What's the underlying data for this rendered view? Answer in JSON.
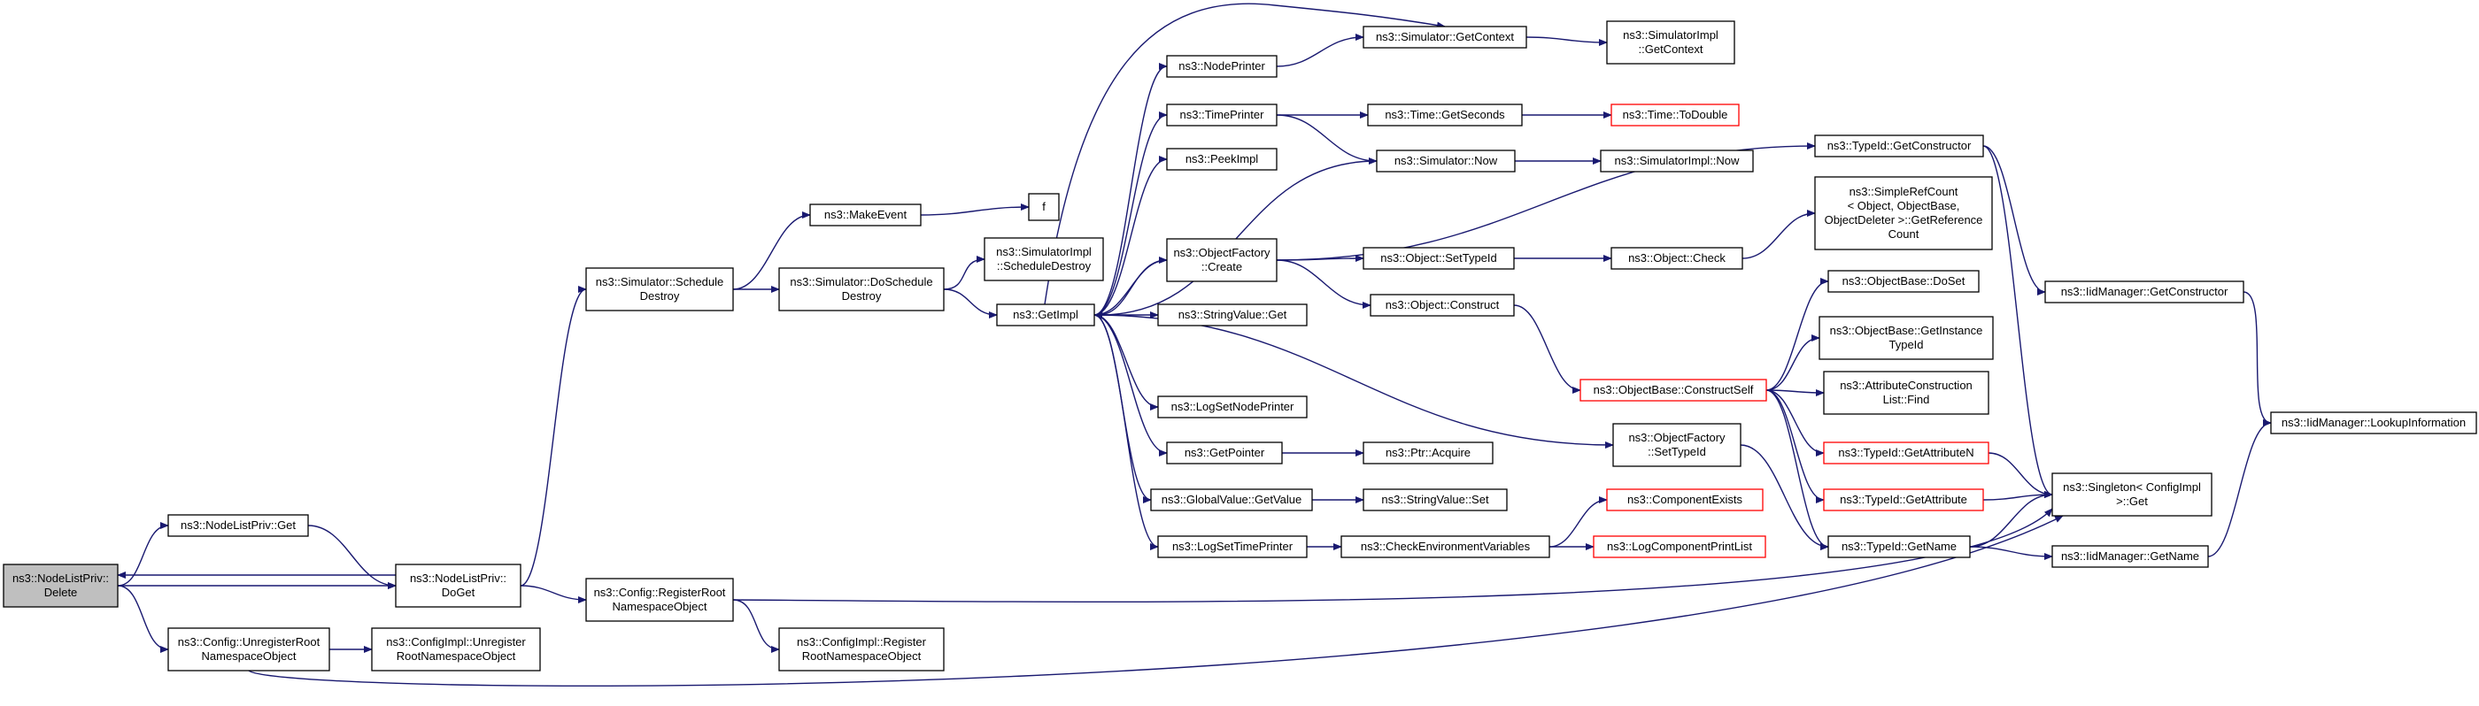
{
  "colors": {
    "edge": "#191970",
    "border_normal": "#000000",
    "border_truncated": "#ff0000",
    "fill_normal": "#ffffff",
    "fill_root": "#bfbfbf"
  },
  "nodes": [
    {
      "id": "root",
      "lines": [
        "ns3::NodeListPriv::",
        "Delete"
      ],
      "style": "root"
    },
    {
      "id": "nlpget",
      "lines": [
        "ns3::NodeListPriv::Get"
      ],
      "style": "normal"
    },
    {
      "id": "unreg",
      "lines": [
        "ns3::Config::UnregisterRoot",
        "NamespaceObject"
      ],
      "style": "normal"
    },
    {
      "id": "doget",
      "lines": [
        "ns3::NodeListPriv::",
        "DoGet"
      ],
      "style": "normal"
    },
    {
      "id": "ciunreg",
      "lines": [
        "ns3::ConfigImpl::Unregister",
        "RootNamespaceObject"
      ],
      "style": "normal"
    },
    {
      "id": "schedd",
      "lines": [
        "ns3::Simulator::Schedule",
        "Destroy"
      ],
      "style": "normal"
    },
    {
      "id": "regroot",
      "lines": [
        "ns3::Config::RegisterRoot",
        "NamespaceObject"
      ],
      "style": "normal"
    },
    {
      "id": "makeevent",
      "lines": [
        "ns3::MakeEvent"
      ],
      "style": "normal"
    },
    {
      "id": "doschedd",
      "lines": [
        "ns3::Simulator::DoSchedule",
        "Destroy"
      ],
      "style": "normal"
    },
    {
      "id": "cireg",
      "lines": [
        "ns3::ConfigImpl::Register",
        "RootNamespaceObject"
      ],
      "style": "normal"
    },
    {
      "id": "f",
      "lines": [
        "f"
      ],
      "style": "normal"
    },
    {
      "id": "simimplsd",
      "lines": [
        "ns3::SimulatorImpl",
        "::ScheduleDestroy"
      ],
      "style": "normal"
    },
    {
      "id": "getimpl",
      "lines": [
        "ns3::GetImpl"
      ],
      "style": "normal"
    },
    {
      "id": "nodeprinter",
      "lines": [
        "ns3::NodePrinter"
      ],
      "style": "normal"
    },
    {
      "id": "timeprinter",
      "lines": [
        "ns3::TimePrinter"
      ],
      "style": "normal"
    },
    {
      "id": "peekimpl",
      "lines": [
        "ns3::PeekImpl"
      ],
      "style": "normal"
    },
    {
      "id": "ofcreate",
      "lines": [
        "ns3::ObjectFactory",
        "::Create"
      ],
      "style": "normal"
    },
    {
      "id": "strvalget",
      "lines": [
        "ns3::StringValue::Get"
      ],
      "style": "normal"
    },
    {
      "id": "logsetnode",
      "lines": [
        "ns3::LogSetNodePrinter"
      ],
      "style": "normal"
    },
    {
      "id": "getpointer",
      "lines": [
        "ns3::GetPointer"
      ],
      "style": "normal"
    },
    {
      "id": "gvgetvalue",
      "lines": [
        "ns3::GlobalValue::GetValue"
      ],
      "style": "normal"
    },
    {
      "id": "logsettime",
      "lines": [
        "ns3::LogSetTimePrinter"
      ],
      "style": "normal"
    },
    {
      "id": "simgetctx",
      "lines": [
        "ns3::Simulator::GetContext"
      ],
      "style": "normal"
    },
    {
      "id": "timegetsec",
      "lines": [
        "ns3::Time::GetSeconds"
      ],
      "style": "normal"
    },
    {
      "id": "simnow",
      "lines": [
        "ns3::Simulator::Now"
      ],
      "style": "normal"
    },
    {
      "id": "objsettid",
      "lines": [
        "ns3::Object::SetTypeId"
      ],
      "style": "normal"
    },
    {
      "id": "objconstruct",
      "lines": [
        "ns3::Object::Construct"
      ],
      "style": "normal"
    },
    {
      "id": "ptracquire",
      "lines": [
        "ns3::Ptr::Acquire"
      ],
      "style": "normal"
    },
    {
      "id": "strvalset",
      "lines": [
        "ns3::StringValue::Set"
      ],
      "style": "normal"
    },
    {
      "id": "checkenv",
      "lines": [
        "ns3::CheckEnvironmentVariables"
      ],
      "style": "normal"
    },
    {
      "id": "simimplgetctx",
      "lines": [
        "ns3::SimulatorImpl",
        "::GetContext"
      ],
      "style": "normal"
    },
    {
      "id": "timetodouble",
      "lines": [
        "ns3::Time::ToDouble"
      ],
      "style": "truncated"
    },
    {
      "id": "simimplnow",
      "lines": [
        "ns3::SimulatorImpl::Now"
      ],
      "style": "normal"
    },
    {
      "id": "objcheck",
      "lines": [
        "ns3::Object::Check"
      ],
      "style": "normal"
    },
    {
      "id": "obconstructself",
      "lines": [
        "ns3::ObjectBase::ConstructSelf"
      ],
      "style": "truncated"
    },
    {
      "id": "ofsettid",
      "lines": [
        "ns3::ObjectFactory",
        "::SetTypeId"
      ],
      "style": "normal"
    },
    {
      "id": "compexists",
      "lines": [
        "ns3::ComponentExists"
      ],
      "style": "truncated"
    },
    {
      "id": "logcompprint",
      "lines": [
        "ns3::LogComponentPrintList"
      ],
      "style": "truncated"
    },
    {
      "id": "tidgetctor",
      "lines": [
        "ns3::TypeId::GetConstructor"
      ],
      "style": "normal"
    },
    {
      "id": "simplerefcount",
      "lines": [
        "ns3::SimpleRefCount",
        "< Object, ObjectBase,",
        "ObjectDeleter >::GetReference",
        "Count"
      ],
      "style": "normal"
    },
    {
      "id": "obdoset",
      "lines": [
        "ns3::ObjectBase::DoSet"
      ],
      "style": "normal"
    },
    {
      "id": "obgetinstance",
      "lines": [
        "ns3::ObjectBase::GetInstance",
        "TypeId"
      ],
      "style": "normal"
    },
    {
      "id": "acfind",
      "lines": [
        "ns3::AttributeConstruction",
        "List::Find"
      ],
      "style": "normal"
    },
    {
      "id": "tidgetattrn",
      "lines": [
        "ns3::TypeId::GetAttributeN"
      ],
      "style": "truncated"
    },
    {
      "id": "tidgetattr",
      "lines": [
        "ns3::TypeId::GetAttribute"
      ],
      "style": "truncated"
    },
    {
      "id": "tidgetname",
      "lines": [
        "ns3::TypeId::GetName"
      ],
      "style": "normal"
    },
    {
      "id": "iidgetctor",
      "lines": [
        "ns3::IidManager::GetConstructor"
      ],
      "style": "normal"
    },
    {
      "id": "singleton",
      "lines": [
        "ns3::Singleton< ConfigImpl",
        ">::Get"
      ],
      "style": "normal"
    },
    {
      "id": "iidgetname",
      "lines": [
        "ns3::IidManager::GetName"
      ],
      "style": "normal"
    },
    {
      "id": "iidlookup",
      "lines": [
        "ns3::IidManager::LookupInformation"
      ],
      "style": "normal"
    }
  ],
  "edges": [
    [
      "root",
      "nlpget"
    ],
    [
      "root",
      "unreg"
    ],
    [
      "root",
      "doget"
    ],
    [
      "nlpget",
      "doget"
    ],
    [
      "doget",
      "root"
    ],
    [
      "doget",
      "schedd"
    ],
    [
      "doget",
      "regroot"
    ],
    [
      "unreg",
      "ciunreg"
    ],
    [
      "unreg",
      "singleton"
    ],
    [
      "regroot",
      "cireg"
    ],
    [
      "regroot",
      "singleton"
    ],
    [
      "schedd",
      "makeevent"
    ],
    [
      "schedd",
      "doschedd"
    ],
    [
      "makeevent",
      "f"
    ],
    [
      "doschedd",
      "simimplsd"
    ],
    [
      "doschedd",
      "getimpl"
    ],
    [
      "getimpl",
      "simgetctx"
    ],
    [
      "getimpl",
      "nodeprinter"
    ],
    [
      "getimpl",
      "timeprinter"
    ],
    [
      "getimpl",
      "peekimpl"
    ],
    [
      "getimpl",
      "ofcreate"
    ],
    [
      "getimpl",
      "strvalget"
    ],
    [
      "getimpl",
      "logsetnode"
    ],
    [
      "getimpl",
      "getpointer"
    ],
    [
      "getimpl",
      "gvgetvalue"
    ],
    [
      "getimpl",
      "logsettime"
    ],
    [
      "getimpl",
      "ofsettid"
    ],
    [
      "simnow",
      "getimpl"
    ],
    [
      "ofcreate",
      "getimpl"
    ],
    [
      "nodeprinter",
      "simgetctx"
    ],
    [
      "simgetctx",
      "simimplgetctx"
    ],
    [
      "timeprinter",
      "timegetsec"
    ],
    [
      "timeprinter",
      "simnow"
    ],
    [
      "timegetsec",
      "timetodouble"
    ],
    [
      "simnow",
      "simimplnow"
    ],
    [
      "ofcreate",
      "tidgetctor"
    ],
    [
      "ofcreate",
      "objsettid"
    ],
    [
      "ofcreate",
      "objconstruct"
    ],
    [
      "objsettid",
      "objcheck"
    ],
    [
      "objcheck",
      "simplerefcount"
    ],
    [
      "objconstruct",
      "obconstructself"
    ],
    [
      "getpointer",
      "ptracquire"
    ],
    [
      "gvgetvalue",
      "strvalset"
    ],
    [
      "logsettime",
      "checkenv"
    ],
    [
      "checkenv",
      "compexists"
    ],
    [
      "checkenv",
      "logcompprint"
    ],
    [
      "obconstructself",
      "obdoset"
    ],
    [
      "obconstructself",
      "obgetinstance"
    ],
    [
      "obconstructself",
      "acfind"
    ],
    [
      "obconstructself",
      "tidgetattrn"
    ],
    [
      "obconstructself",
      "tidgetattr"
    ],
    [
      "obconstructself",
      "tidgetname"
    ],
    [
      "ofsettid",
      "tidgetname"
    ],
    [
      "tidgetctor",
      "iidgetctor"
    ],
    [
      "tidgetctor",
      "singleton"
    ],
    [
      "iidgetctor",
      "iidlookup"
    ],
    [
      "tidgetattrn",
      "singleton"
    ],
    [
      "tidgetattr",
      "singleton"
    ],
    [
      "tidgetname",
      "singleton"
    ],
    [
      "tidgetname",
      "iidgetname"
    ],
    [
      "iidgetname",
      "iidlookup"
    ]
  ]
}
